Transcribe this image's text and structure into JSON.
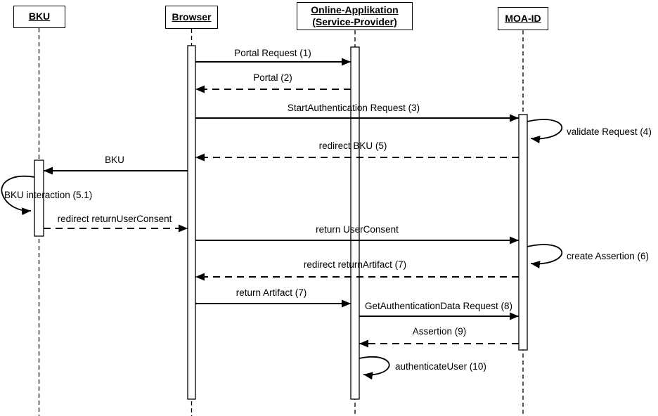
{
  "diagram": {
    "kind": "uml-sequence-diagram",
    "colors": {
      "line": "#000000",
      "background": "#ffffff"
    },
    "actors": [
      {
        "id": "bku",
        "label": "BKU"
      },
      {
        "id": "browser",
        "label": "Browser"
      },
      {
        "id": "online-app",
        "label": "Online-Applikation (Service-Provider)"
      },
      {
        "id": "moa-id",
        "label": "MOA-ID"
      }
    ],
    "messages": [
      {
        "label": "Portal Request (1)",
        "from": "Browser",
        "to": "Online-Applikation (Service-Provider)",
        "type": "solid"
      },
      {
        "label": "Portal (2)",
        "from": "Online-Applikation (Service-Provider)",
        "to": "Browser",
        "type": "dashed"
      },
      {
        "label": "StartAuthentication Request (3)",
        "from": "Browser",
        "to": "MOA-ID",
        "type": "solid"
      },
      {
        "label": "validate Request (4)",
        "from": "MOA-ID",
        "to": "MOA-ID",
        "type": "self"
      },
      {
        "label": "redirect BKU (5)",
        "from": "MOA-ID",
        "to": "Browser",
        "type": "dashed"
      },
      {
        "label": "BKU",
        "from": "Browser",
        "to": "BKU",
        "type": "solid"
      },
      {
        "label": "BKU interaction (5.1)",
        "from": "BKU",
        "to": "BKU",
        "type": "self"
      },
      {
        "label": "redirect returnUserConsent",
        "from": "BKU",
        "to": "Browser",
        "type": "dashed"
      },
      {
        "label": "return UserConsent",
        "from": "Browser",
        "to": "MOA-ID",
        "type": "solid"
      },
      {
        "label": "create Assertion (6)",
        "from": "MOA-ID",
        "to": "MOA-ID",
        "type": "self"
      },
      {
        "label": "redirect returnArtifact (7)",
        "from": "MOA-ID",
        "to": "Browser",
        "type": "dashed"
      },
      {
        "label": "return Artifact (7)",
        "from": "Browser",
        "to": "Online-Applikation (Service-Provider)",
        "type": "solid"
      },
      {
        "label": "GetAuthenticationData Request (8)",
        "from": "Online-Applikation (Service-Provider)",
        "to": "MOA-ID",
        "type": "solid"
      },
      {
        "label": "Assertion (9)",
        "from": "MOA-ID",
        "to": "Online-Applikation (Service-Provider)",
        "type": "dashed"
      },
      {
        "label": "authenticateUser (10)",
        "from": "Online-Applikation (Service-Provider)",
        "to": "Online-Applikation (Service-Provider)",
        "type": "self"
      }
    ]
  }
}
